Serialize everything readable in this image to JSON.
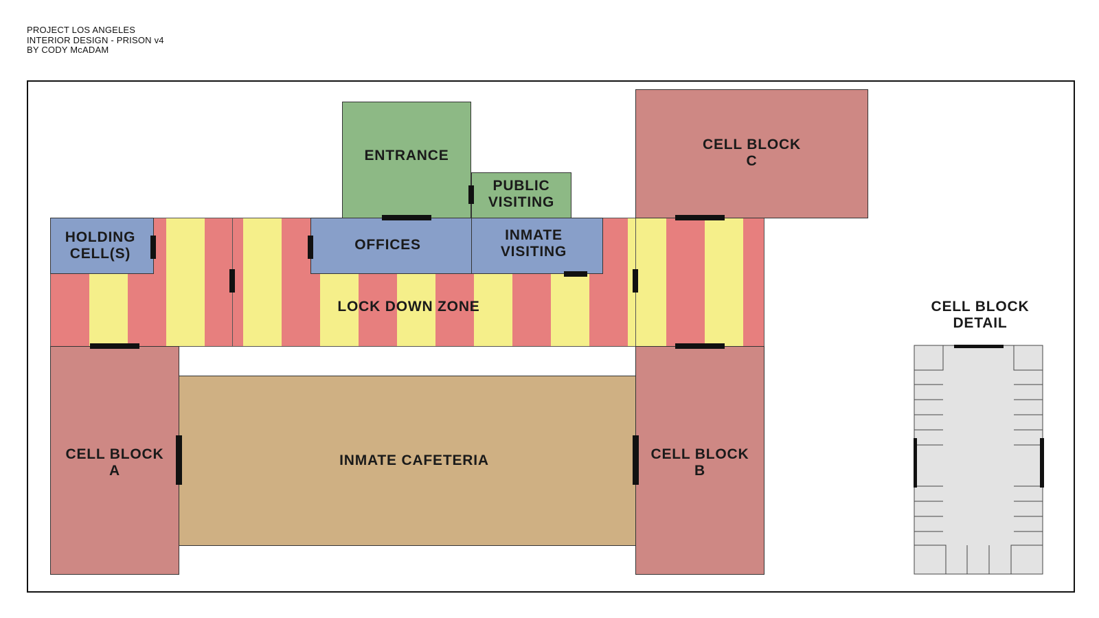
{
  "header": {
    "line1": "PROJECT LOS ANGELES",
    "line2": "INTERIOR DESIGN - PRISON v4",
    "line3": "BY CODY McADAM"
  },
  "rooms": {
    "entrance": "ENTRANCE",
    "public_visiting": "PUBLIC\nVISITING",
    "cell_block_c": "CELL BLOCK\nC",
    "holding_cells": "HOLDING\nCELL(S)",
    "offices": "OFFICES",
    "inmate_visiting": "INMATE\nVISITING",
    "lock_down_zone": "LOCK DOWN ZONE",
    "cell_block_a": "CELL BLOCK\nA",
    "inmate_cafeteria": "INMATE CAFETERIA",
    "cell_block_b": "CELL BLOCK\nB",
    "cell_block_detail": "CELL BLOCK\nDETAIL"
  },
  "colors": {
    "entrance_green": "#8db985",
    "office_blue": "#889fc9",
    "cell_block_red": "#ce8884",
    "stripe_red": "#e77f7e",
    "stripe_yellow": "#f5ef8a",
    "cafeteria_tan": "#cfb083",
    "detail_gray": "#e3e3e3"
  }
}
